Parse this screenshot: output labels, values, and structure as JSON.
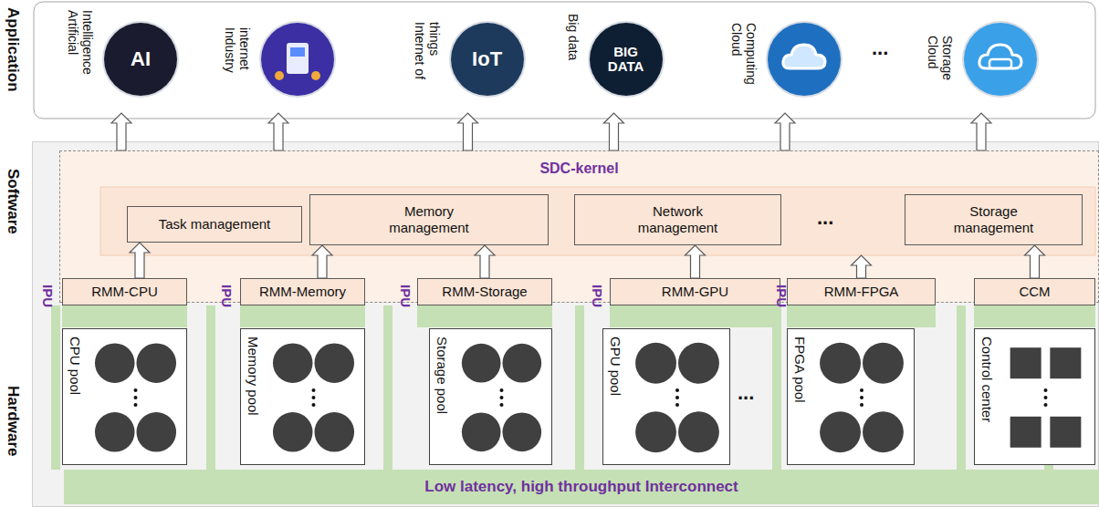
{
  "diagram": {
    "nodes": [
      {
        "text": [
          "Application"
        ]
      },
      {
        "text": [
          "Artificial Intelligence",
          "AI"
        ],
        "in": 0
      },
      {
        "text": [
          "Industry internet"
        ],
        "in": 0
      },
      {
        "text": [
          "Internet of things",
          "IoT"
        ],
        "in": 0
      },
      {
        "text": [
          "Big data",
          "BIG DATA"
        ],
        "in": 0
      },
      {
        "text": [
          "Cloud Computing"
        ],
        "in": 0
      },
      {
        "text": [
          "Cloud Storage"
        ],
        "in": 0
      },
      {
        "text": [
          "Software"
        ]
      },
      {
        "text": [
          "SDC-kernel"
        ],
        "in": 7
      },
      {
        "text": [
          "Task management"
        ],
        "in": 8
      },
      {
        "text": [
          "Memory management"
        ],
        "in": 8
      },
      {
        "text": [
          "Network management"
        ],
        "in": 8
      },
      {
        "text": [
          "Storage management"
        ],
        "in": 8
      },
      {
        "text": [
          "RMM-CPU"
        ],
        "in": 7
      },
      {
        "text": [
          "RMM-Memory"
        ],
        "in": 7
      },
      {
        "text": [
          "RMM-Storage"
        ],
        "in": 7
      },
      {
        "text": [
          "RMM-GPU"
        ],
        "in": 7
      },
      {
        "text": [
          "RMM-FPGA"
        ],
        "in": 7
      },
      {
        "text": [
          "CCM"
        ],
        "in": 7
      },
      {
        "text": [
          "Hardware"
        ]
      },
      {
        "text": [
          "CPU pool"
        ],
        "in": 19
      },
      {
        "text": [
          "Memory pool"
        ],
        "in": 19
      },
      {
        "text": [
          "Storage pool"
        ],
        "in": 19
      },
      {
        "text": [
          "GPU pool"
        ],
        "in": 19
      },
      {
        "text": [
          "FPGA pool"
        ],
        "in": 19
      },
      {
        "text": [
          "Control center"
        ],
        "in": 19
      },
      {
        "text": [
          "Low latency, high throughput Interconnect"
        ],
        "in": 19
      }
    ],
    "edges": [
      {
        "from": 13,
        "to": 9,
        "arrow": "to"
      },
      {
        "from": 14,
        "to": 10,
        "arrow": "to"
      },
      {
        "from": 15,
        "to": 10,
        "arrow": "to"
      },
      {
        "from": 16,
        "to": 11,
        "arrow": "to"
      },
      {
        "from": 17,
        "to": 8,
        "arrow": "to"
      },
      {
        "from": 18,
        "to": 12,
        "arrow": "to"
      },
      {
        "from": 8,
        "to": 1,
        "arrow": "to"
      },
      {
        "from": 8,
        "to": 2,
        "arrow": "to"
      },
      {
        "from": 8,
        "to": 3,
        "arrow": "to"
      },
      {
        "from": 8,
        "to": 4,
        "arrow": "to"
      },
      {
        "from": 8,
        "to": 5,
        "arrow": "to"
      },
      {
        "from": 8,
        "to": 6,
        "arrow": "to"
      }
    ],
    "labels": [
      "...",
      "...",
      "...",
      "IPU",
      "IPU",
      "IPU",
      "IPU",
      "IPU"
    ]
  }
}
